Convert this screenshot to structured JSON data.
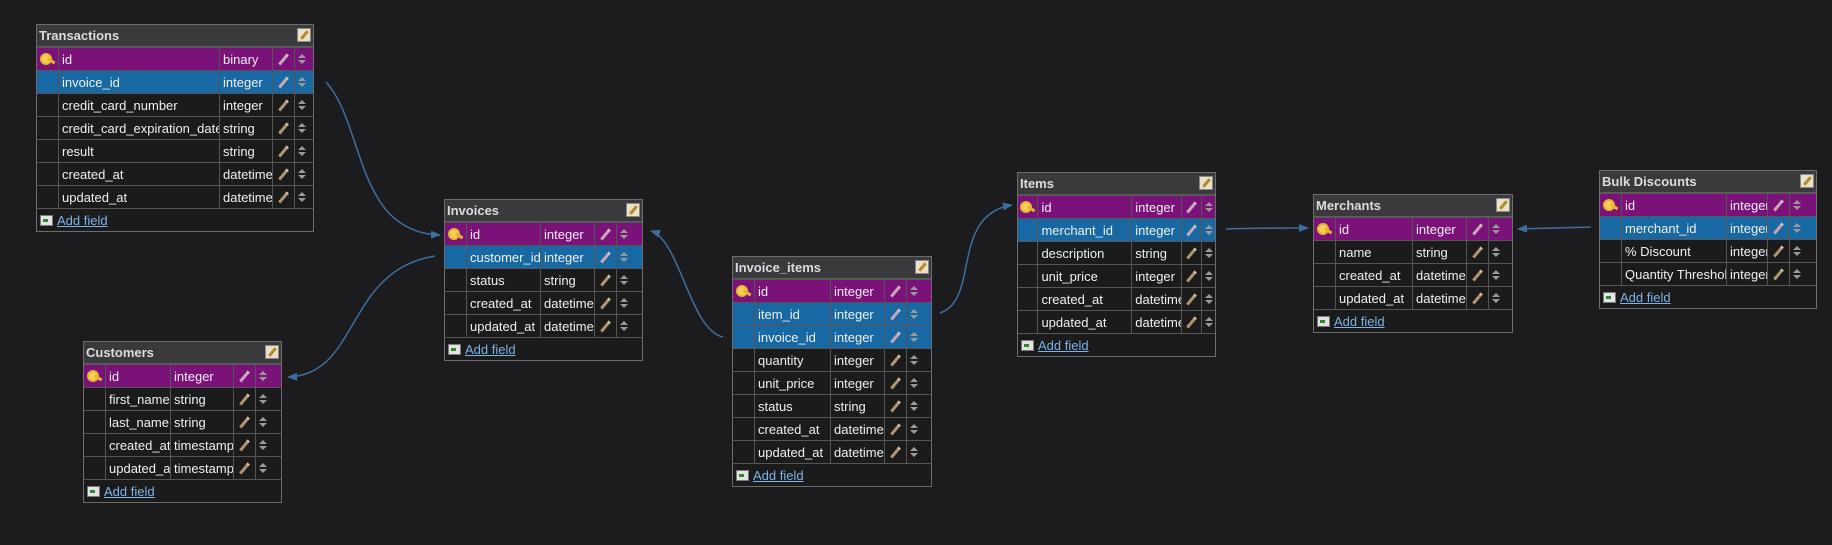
{
  "colors": {
    "background": "#1c1c1f",
    "primary_key_row": "#7a1279",
    "foreign_key_row": "#1768a3",
    "link": "#3d6f9e",
    "add_link": "#7db4e8"
  },
  "add_field_label": "Add field",
  "icons": {
    "primary_key": "key-icon",
    "edit_table": "edit-icon",
    "edit_field": "pencil-icon",
    "reorder": "up-down-arrows-icon",
    "add_field": "add-field-icon"
  },
  "tables": [
    {
      "id": "transactions",
      "title": "Transactions",
      "fields": [
        {
          "name": "id",
          "type": "binary",
          "role": "pk"
        },
        {
          "name": "invoice_id",
          "type": "integer",
          "role": "fk"
        },
        {
          "name": "credit_card_number",
          "type": "integer",
          "role": ""
        },
        {
          "name": "credit_card_expiration_date",
          "type": "string",
          "role": ""
        },
        {
          "name": "result",
          "type": "string",
          "role": ""
        },
        {
          "name": "created_at",
          "type": "datetime",
          "role": ""
        },
        {
          "name": "updated_at",
          "type": "datetime",
          "role": ""
        }
      ]
    },
    {
      "id": "customers",
      "title": "Customers",
      "fields": [
        {
          "name": "id",
          "type": "integer",
          "role": "pk"
        },
        {
          "name": "first_name",
          "type": "string",
          "role": ""
        },
        {
          "name": "last_name",
          "type": "string",
          "role": ""
        },
        {
          "name": "created_at",
          "type": "timestamp",
          "role": ""
        },
        {
          "name": "updated_at",
          "type": "timestamp",
          "role": ""
        }
      ]
    },
    {
      "id": "invoices",
      "title": "Invoices",
      "fields": [
        {
          "name": "id",
          "type": "integer",
          "role": "pk"
        },
        {
          "name": "customer_id",
          "type": "integer",
          "role": "fk"
        },
        {
          "name": "status",
          "type": "string",
          "role": ""
        },
        {
          "name": "created_at",
          "type": "datetime",
          "role": ""
        },
        {
          "name": "updated_at",
          "type": "datetime",
          "role": ""
        }
      ]
    },
    {
      "id": "invoice_items",
      "title": "Invoice_items",
      "fields": [
        {
          "name": "id",
          "type": "integer",
          "role": "pk"
        },
        {
          "name": "item_id",
          "type": "integer",
          "role": "fk"
        },
        {
          "name": "invoice_id",
          "type": "integer",
          "role": "fk"
        },
        {
          "name": "quantity",
          "type": "integer",
          "role": ""
        },
        {
          "name": "unit_price",
          "type": "integer",
          "role": ""
        },
        {
          "name": "status",
          "type": "string",
          "role": ""
        },
        {
          "name": "created_at",
          "type": "datetime",
          "role": ""
        },
        {
          "name": "updated_at",
          "type": "datetime",
          "role": ""
        }
      ]
    },
    {
      "id": "items",
      "title": "Items",
      "fields": [
        {
          "name": "id",
          "type": "integer",
          "role": "pk"
        },
        {
          "name": "merchant_id",
          "type": "integer",
          "role": "fk"
        },
        {
          "name": "description",
          "type": "string",
          "role": ""
        },
        {
          "name": "unit_price",
          "type": "integer",
          "role": ""
        },
        {
          "name": "created_at",
          "type": "datetime",
          "role": ""
        },
        {
          "name": "updated_at",
          "type": "datetime",
          "role": ""
        }
      ]
    },
    {
      "id": "merchants",
      "title": "Merchants",
      "fields": [
        {
          "name": "id",
          "type": "integer",
          "role": "pk"
        },
        {
          "name": "name",
          "type": "string",
          "role": ""
        },
        {
          "name": "created_at",
          "type": "datetime",
          "role": ""
        },
        {
          "name": "updated_at",
          "type": "datetime",
          "role": ""
        }
      ]
    },
    {
      "id": "bulk_discounts",
      "title": "Bulk Discounts",
      "fields": [
        {
          "name": "id",
          "type": "integer",
          "role": "pk"
        },
        {
          "name": "merchant_id",
          "type": "integer",
          "role": "fk"
        },
        {
          "name": "% Discount",
          "type": "integer",
          "role": ""
        },
        {
          "name": "Quantity Threshold",
          "type": "integer",
          "role": ""
        }
      ]
    }
  ],
  "relations": [
    {
      "from": "transactions.invoice_id",
      "to": "invoices.id"
    },
    {
      "from": "invoices.customer_id",
      "to": "customers.id"
    },
    {
      "from": "invoice_items.invoice_id",
      "to": "invoices.id"
    },
    {
      "from": "invoice_items.item_id",
      "to": "items.id"
    },
    {
      "from": "items.merchant_id",
      "to": "merchants.id"
    },
    {
      "from": "bulk_discounts.merchant_id",
      "to": "merchants.id"
    }
  ]
}
